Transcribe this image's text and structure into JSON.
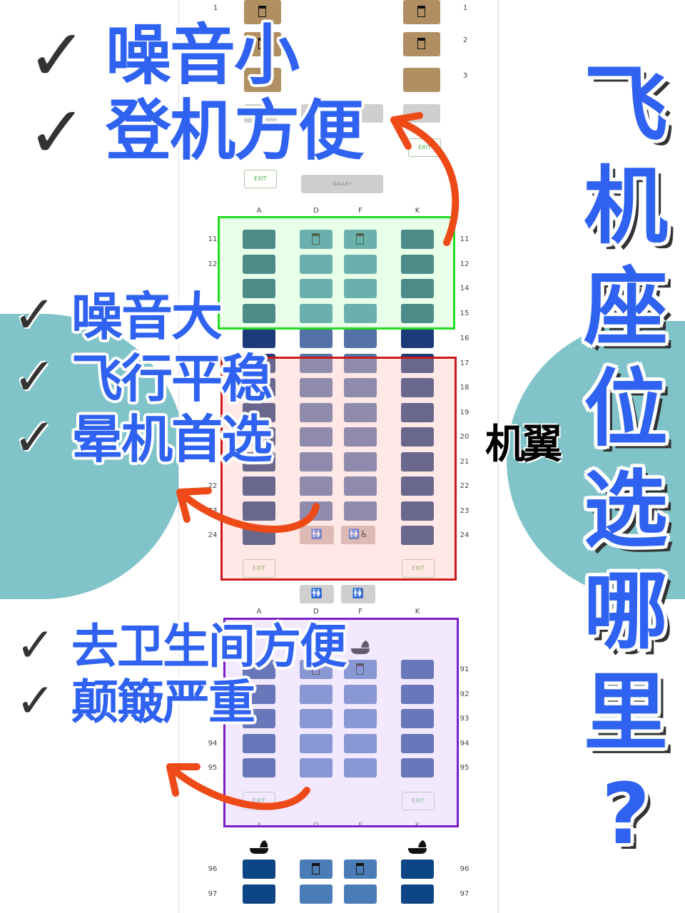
{
  "title_chars": [
    "飞",
    "机",
    "座",
    "位",
    "选",
    "哪",
    "里",
    "?"
  ],
  "wing_label": "机翼",
  "colors": {
    "accent_text": "#2f62f0",
    "arrow": "#ee4a17",
    "teal_circle": "#80c4c9",
    "first_class_seat": "#b18f62",
    "front_window": "#0e4f6e",
    "front_middle": "#3e87a5",
    "mid_window": "#1b3a78",
    "mid_middle": "#5471a8",
    "rear_window": "#16418a",
    "rear_middle": "#4f78b8",
    "zone_green": "#22dd22",
    "zone_red": "#cc1a1a",
    "zone_purple": "#7b1fc8"
  },
  "annotations": {
    "front": [
      "噪音小",
      "登机方便"
    ],
    "middle": [
      "噪音大",
      "飞行平稳",
      "晕机首选"
    ],
    "rear": [
      "去卫生间方便",
      "颠簸严重"
    ],
    "check": "✓"
  },
  "seatmap": {
    "columns": [
      "A",
      "D",
      "F",
      "K"
    ],
    "first_rows": [
      "1",
      "2",
      "3"
    ],
    "galley_label": "GALLEY",
    "exit_label": "EXIT",
    "front_rows": [
      "11",
      "12",
      "14",
      "15"
    ],
    "middle_rows": [
      "16",
      "17",
      "18",
      "19",
      "20",
      "21",
      "22",
      "23",
      "24"
    ],
    "rear_rows": [
      "91",
      "92",
      "93",
      "94",
      "95"
    ],
    "tail_rows": [
      "96",
      "97"
    ],
    "lavatory_icon": "restroom-icon",
    "accessible_icon": "wheelchair-icon",
    "bassinet_icon": "bassinet-icon",
    "bed_icon": "bassinet-seat-icon"
  }
}
